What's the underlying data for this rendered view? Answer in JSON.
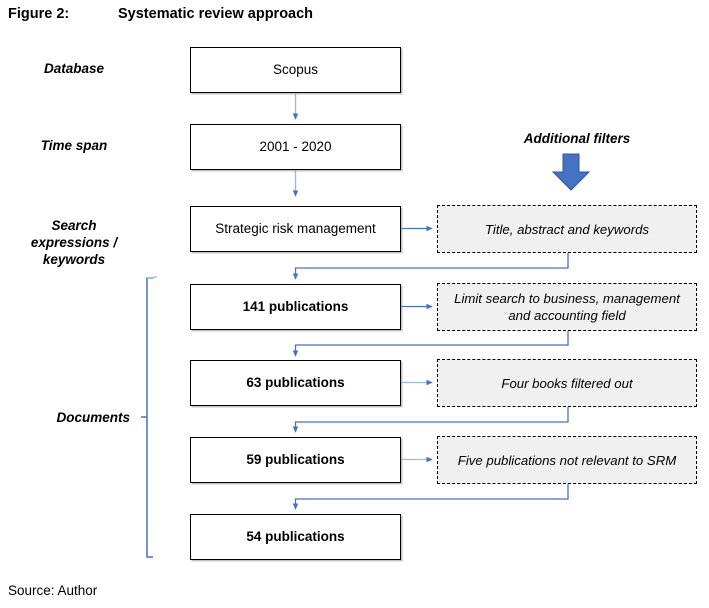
{
  "figure": {
    "number": "Figure 2:",
    "title": "Systematic review approach",
    "source": "Source: Author"
  },
  "colors": {
    "arrow_blue": "#4472C4",
    "arrow_light_blue": "#8FAADC",
    "block_arrow_fill": "#4472C4",
    "block_arrow_stroke": "#2F5597",
    "filter_box_fill": "#F0F0F0",
    "box_border": "#000000",
    "bracket_blue": "#4472C4"
  },
  "stage_labels": [
    {
      "id": "database",
      "text": "Database"
    },
    {
      "id": "time-span",
      "text": "Time span"
    },
    {
      "id": "search-expressions",
      "text": "Search\nexpressions /\nkeywords"
    },
    {
      "id": "documents",
      "text": "Documents"
    }
  ],
  "flow_steps": [
    {
      "id": "scopus",
      "label": "Scopus",
      "bold": false
    },
    {
      "id": "time-range",
      "label": "2001 - 2020",
      "bold": false
    },
    {
      "id": "search-term",
      "label": "Strategic risk management",
      "bold": false
    },
    {
      "id": "publications-141",
      "label": "141 publications",
      "bold": true
    },
    {
      "id": "publications-63",
      "label": "63 publications",
      "bold": true
    },
    {
      "id": "publications-59",
      "label": "59 publications",
      "bold": true
    },
    {
      "id": "publications-54",
      "label": "54 publications",
      "bold": true
    }
  ],
  "filters": {
    "callout_label": "Additional filters",
    "items": [
      {
        "id": "filter-title-abstract-keywords",
        "text": "Title, abstract and keywords"
      },
      {
        "id": "filter-business-field",
        "text": "Limit search to business, management and accounting field"
      },
      {
        "id": "filter-books",
        "text": "Four books filtered out"
      },
      {
        "id": "filter-not-relevant",
        "text": "Five publications not relevant to SRM"
      }
    ]
  },
  "chart_data": {
    "type": "flowchart",
    "title": "Systematic review approach",
    "stages": [
      "Database",
      "Time span",
      "Search expressions / keywords",
      "Documents"
    ],
    "nodes": [
      {
        "label": "Scopus",
        "stage": "Database"
      },
      {
        "label": "2001 - 2020",
        "stage": "Time span"
      },
      {
        "label": "Strategic risk management",
        "stage": "Search expressions / keywords"
      },
      {
        "label": "141 publications",
        "stage": "Documents",
        "count": 141
      },
      {
        "label": "63 publications",
        "stage": "Documents",
        "count": 63
      },
      {
        "label": "59 publications",
        "stage": "Documents",
        "count": 59
      },
      {
        "label": "54 publications",
        "stage": "Documents",
        "count": 54
      }
    ],
    "filters_applied": [
      "Title, abstract and keywords",
      "Limit search to business, management and accounting field",
      "Four books filtered out",
      "Five publications not relevant to SRM"
    ]
  }
}
